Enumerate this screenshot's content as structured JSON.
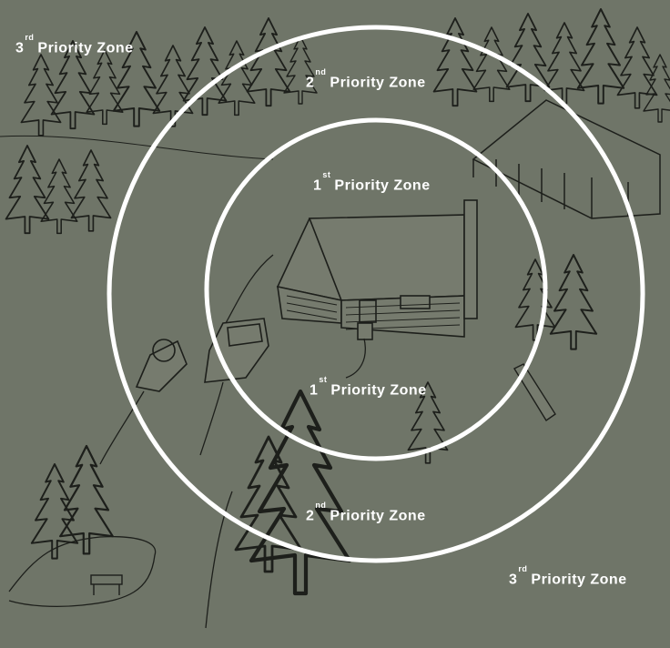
{
  "colors": {
    "background": "#6f7568",
    "line_art": "#1d1f1b",
    "zone_ring": "#ffffff",
    "label": "#ffffff"
  },
  "scene": {
    "icons": [
      "cabin-icon",
      "tree-icon",
      "truck-icon",
      "fence-icon",
      "bench-icon"
    ]
  },
  "labels": {
    "zone3_top": {
      "num": "3",
      "sup": "rd",
      "text": "Priority Zone"
    },
    "zone2_top": {
      "num": "2",
      "sup": "nd",
      "text": "Priority Zone"
    },
    "zone1_top": {
      "num": "1",
      "sup": "st",
      "text": "Priority Zone"
    },
    "zone1_bottom": {
      "num": "1",
      "sup": "st",
      "text": "Priority Zone"
    },
    "zone2_bottom": {
      "num": "2",
      "sup": "nd",
      "text": "Priority Zone"
    },
    "zone3_bottom": {
      "num": "3",
      "sup": "rd",
      "text": "Priority Zone"
    }
  }
}
